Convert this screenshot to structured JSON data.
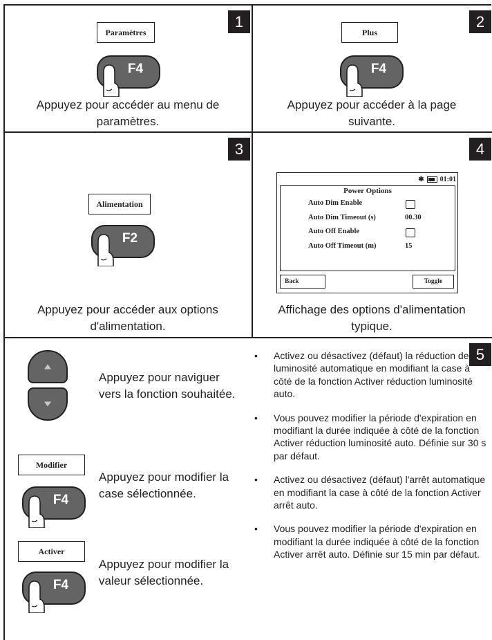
{
  "steps": {
    "n1": "1",
    "n2": "2",
    "n3": "3",
    "n4": "4",
    "n5": "5"
  },
  "step1": {
    "softkey": "Paramètres",
    "key": "F4",
    "caption_line1": "Appuyez pour accéder au menu de",
    "caption_line2": "paramètres."
  },
  "step2": {
    "softkey": "Plus",
    "key": "F4",
    "caption_line1": "Appuyez pour accéder à la page",
    "caption_line2": "suivante."
  },
  "step3": {
    "softkey": "Alimentation",
    "key": "F2",
    "caption_line1": "Appuyez pour accéder aux options",
    "caption_line2": "d'alimentation."
  },
  "step4": {
    "screen": {
      "time": "01:01",
      "bluetooth_icon": "asterisk-icon",
      "title": "Power Options",
      "rows": [
        {
          "label": "Auto Dim Enable",
          "value": "",
          "checkbox": true
        },
        {
          "label": "Auto Dim Timeout (s)",
          "value": "00.30",
          "checkbox": false
        },
        {
          "label": "Auto Off Enable",
          "value": "",
          "checkbox": true
        },
        {
          "label": "Auto Off Timeout (m)",
          "value": "15",
          "checkbox": false
        }
      ],
      "back": "Back",
      "toggle": "Toggle"
    },
    "caption_line1": "Affichage des options d'alimentation",
    "caption_line2": "typique."
  },
  "step5": {
    "nav_text_line1": "Appuyez pour naviguer",
    "nav_text_line2": "vers la fonction souhaitée.",
    "modify_softkey": "Modifier",
    "modify_key": "F4",
    "modify_text_line1": "Appuyez pour modifier la",
    "modify_text_line2": "case sélectionnée.",
    "activate_softkey": "Activer",
    "activate_key": "F4",
    "activate_text_line1": "Appuyez pour modifier la",
    "activate_text_line2": "valeur sélectionnée.",
    "bullets": [
      "Activez ou désactivez (défaut) la réduction de luminosité automatique en modifiant la case à côté de la fonction Activer réduction luminosité auto.",
      "Vous pouvez modifier la période d'expiration en modifiant la durée indiquée à côté de la fonction Activer réduction luminosité auto. Définie sur 30 s par défaut.",
      "Activez ou désactivez (défaut) l'arrêt automatique en modifiant la case à côté de la fonction Activer arrêt auto.",
      "Vous pouvez modifier la période d'expiration en modifiant la durée indiquée à côté de la fonction Activer arrêt auto. Définie sur 15 min par défaut."
    ]
  }
}
